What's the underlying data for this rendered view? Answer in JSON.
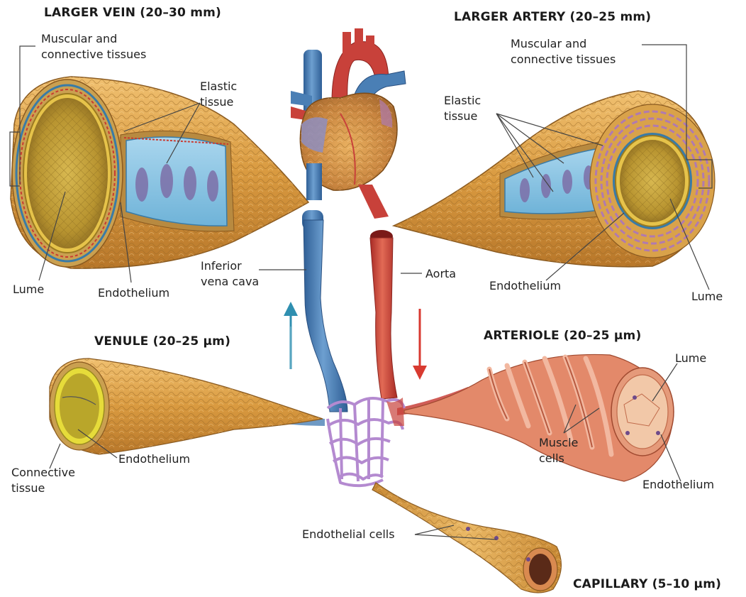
{
  "titles": {
    "larger_vein": "LARGER VEIN (20–30 mm)",
    "larger_artery": "LARGER ARTERY (20–25 mm)",
    "venule": "VENULE (20–25 µm)",
    "arteriole": "ARTERIOLE (20–25 µm)",
    "capillary": "CAPILLARY (5–10 µm)"
  },
  "vein": {
    "muscular_1": "Muscular and",
    "muscular_2": "connective tissues",
    "elastic_1": "Elastic",
    "elastic_2": "tissue",
    "lume": "Lume",
    "endothelium": "Endothelium"
  },
  "artery": {
    "muscular_1": "Muscular and",
    "muscular_2": "connective tissues",
    "elastic_1": "Elastic",
    "elastic_2": "tissue",
    "endothelium": "Endothelium",
    "lume": "Lume"
  },
  "center": {
    "ivc_1": "Inferior",
    "ivc_2": "vena cava",
    "aorta": "Aorta"
  },
  "venule": {
    "endothelium": "Endothelium",
    "connective_1": "Connective",
    "connective_2": "tissue"
  },
  "arteriole": {
    "lume": "Lume",
    "muscle_1": "Muscle",
    "muscle_2": "cells",
    "endothelium": "Endothelium"
  },
  "capillary": {
    "endothelial_cells": "Endothelial cells"
  },
  "colors": {
    "vein_blue": "#4a7fb5",
    "artery_red": "#c8413a",
    "tissue_tan": "#d9a24a",
    "lumen_yellow": "#c9a63a",
    "arrow_teal": "#2f8fb0",
    "arrow_red": "#d83a30",
    "capillary_purple": "#b48ad0"
  }
}
